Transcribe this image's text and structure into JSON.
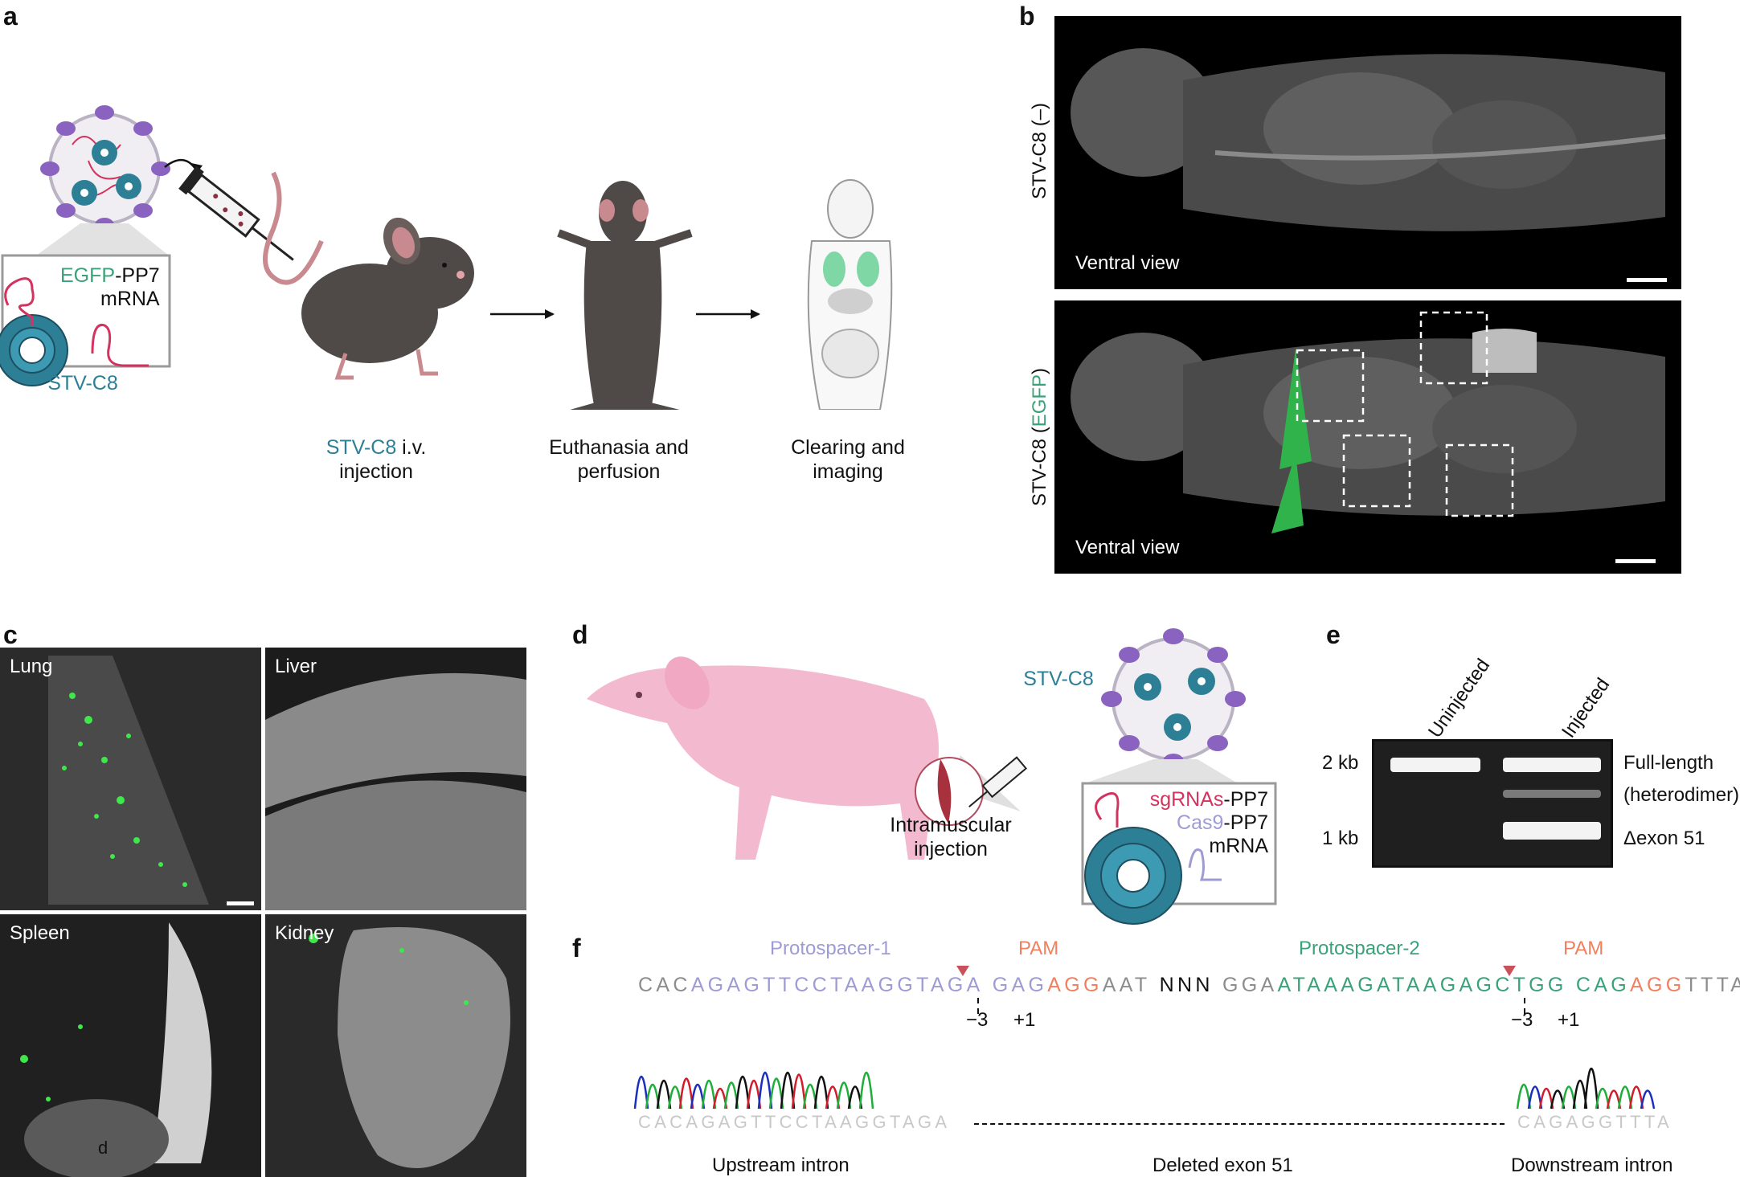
{
  "panels": {
    "a": "a",
    "b": "b",
    "c": "c",
    "d": "d",
    "e": "e",
    "f": "f"
  },
  "panel_a": {
    "mrna_label_egfp": "EGFP",
    "mrna_label_pp7": "-PP7",
    "mrna_label_mrna": "mRNA",
    "stv_label": "STV-C8",
    "step1_stv": "STV-C8",
    "step1_iv": " i.v.",
    "step1_line2": "injection",
    "step2_line1": "Euthanasia and",
    "step2_line2": "perfusion",
    "step3_line1": "Clearing and",
    "step3_line2": "imaging"
  },
  "panel_b": {
    "top_label": "STV-C8 (–)",
    "bottom_label_prefix": "STV-C8 (",
    "bottom_label_egfp": "EGFP",
    "bottom_label_suffix": ")",
    "view_top": "Ventral view",
    "view_bottom": "Ventral view"
  },
  "panel_c": {
    "tiles": [
      "Lung",
      "Liver",
      "Spleen",
      "Kidney"
    ],
    "spleen_marker": "d"
  },
  "panel_d": {
    "stv_label": "STV-C8",
    "injection_line1": "Intramuscular",
    "injection_line2": "injection",
    "sgrna": "sgRNAs",
    "sgrna_suffix": "-PP7",
    "cas9": "Cas9",
    "cas9_suffix": "-PP7",
    "mrna": "mRNA"
  },
  "panel_e": {
    "lanes": [
      "Uninjected",
      "Injected"
    ],
    "ladder": [
      "2 kb",
      "1 kb"
    ],
    "bands": [
      "Full-length",
      "(heterodimer)",
      "Δexon 51"
    ]
  },
  "panel_f": {
    "protospacer1": "Protospacer-1",
    "pam1": "PAM",
    "protospacer2": "Protospacer-2",
    "pam2": "PAM",
    "seq": {
      "s1": "CAC",
      "s2": "AGAGTTCCTAAGGTAGA",
      "s3": "GAG",
      "s4": "AGG",
      "s5": "AAT",
      "s6": "NNN",
      "s7": "GGA",
      "s8": "ATAAAGATAAGAGCTGG",
      "s9": "CAG",
      "s10": "AGG",
      "s11": "TTTA"
    },
    "pos_minus3_a": "−3",
    "pos_plus1_a": "+1",
    "pos_minus3_b": "−3",
    "pos_plus1_b": "+1",
    "read_left": "CACAGAGTTCCTAAGGTAGA",
    "read_right": "CAGAGGTTTA",
    "region_upstream": "Upstream intron",
    "region_deleted": "Deleted exon 51",
    "region_downstream": "Downstream intron",
    "trace_colors": {
      "A": "#1fae3a",
      "C": "#1a2fbe",
      "G": "#111111",
      "T": "#d21c2c"
    }
  },
  "colors": {
    "teal": "#2d7f96",
    "green": "#3aa27a",
    "pink": "#d3345f",
    "lavender": "#9f9bd4",
    "orange": "#f08060",
    "virus_purple": "#8a62c0"
  }
}
